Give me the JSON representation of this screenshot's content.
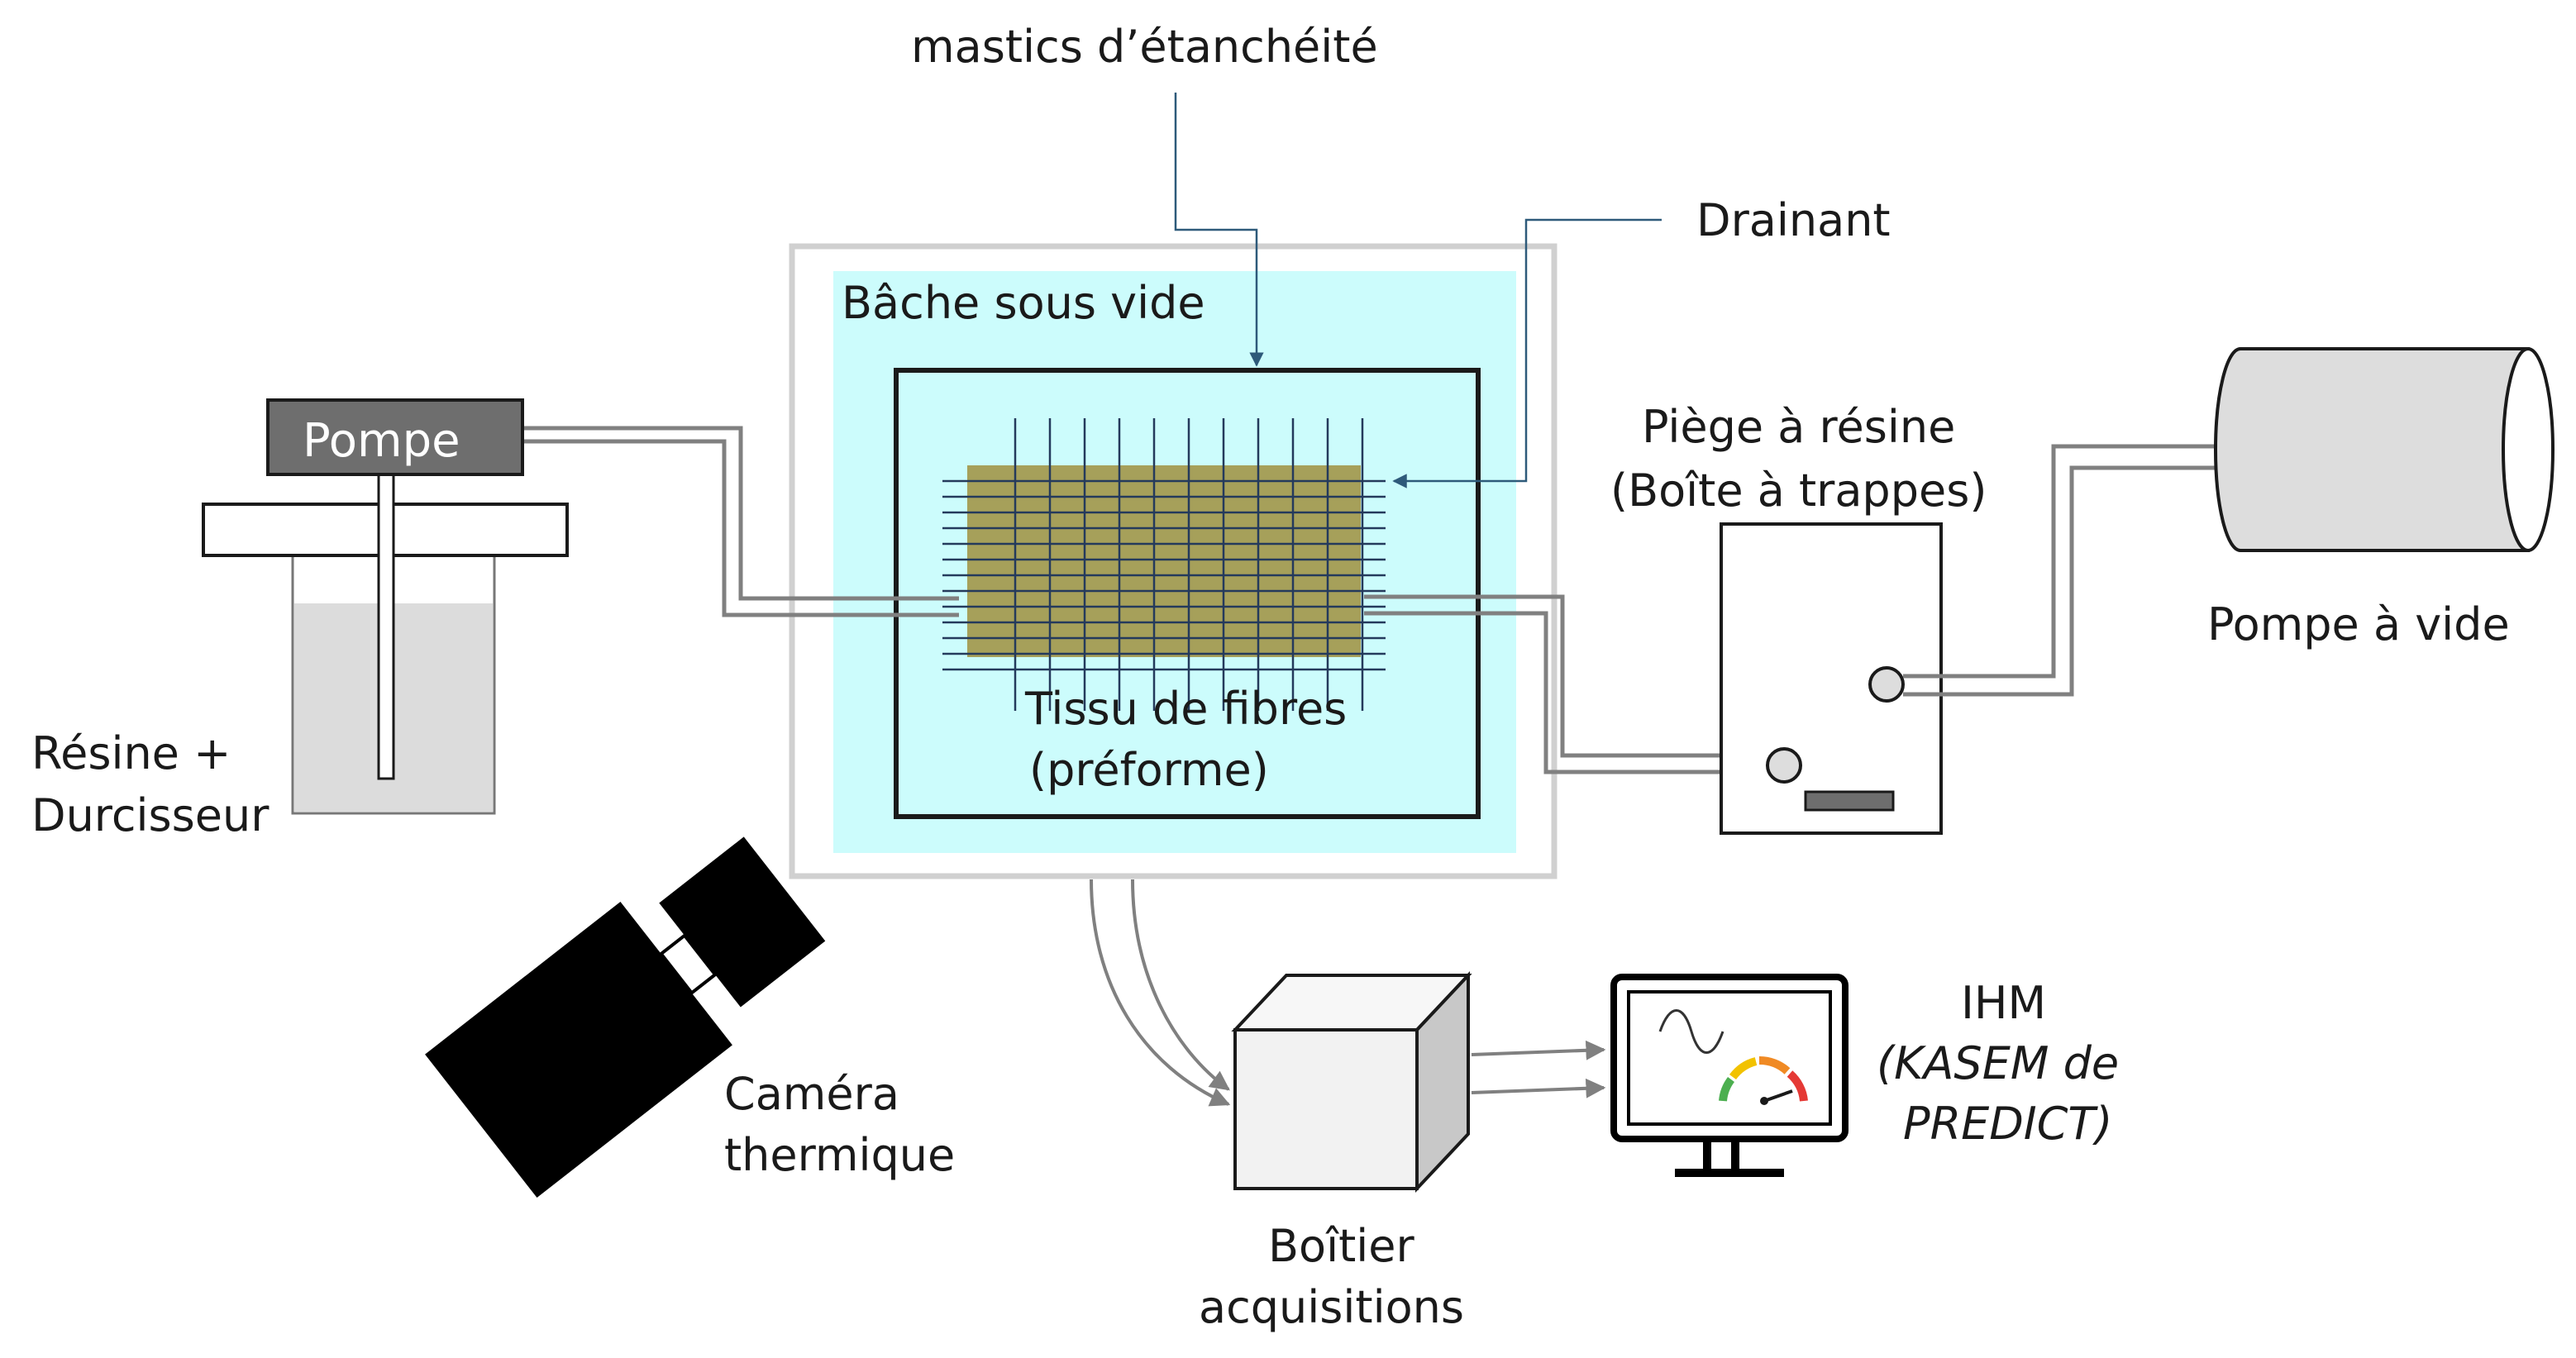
{
  "labels": {
    "sealant": "mastics d’étanchéité",
    "drainant": "Drainant",
    "vacuum_bag": "Bâche sous vide",
    "pump": "Pompe",
    "resin_line1": "Résine +",
    "resin_line2": "Durcisseur",
    "fabric_line1": "Tissu de fibres",
    "fabric_line2": "(préforme)",
    "trap_line1": "Piège à résine",
    "trap_line2": "(Boîte à trappes)",
    "vacuum_pump": "Pompe à vide",
    "camera_line1": "Caméra",
    "camera_line2": "thermique",
    "box_line1": "Boîtier",
    "box_line2": "acquisitions",
    "hmi_line1": "IHM",
    "hmi_line2": "(KASEM de",
    "hmi_line3": "PREDICT)"
  },
  "icons": {
    "camera": "thermal-camera-icon",
    "monitor": "monitor-icon",
    "gauge": "gauge-icon",
    "wave": "sine-wave-icon"
  },
  "colors": {
    "bag_fill": "#ccfcfc",
    "bag_outline": "#d0d0d0",
    "fabric": "#a6a05a",
    "mesh": "#243a5c",
    "pipe": "#808080",
    "arrow": "#2e5a7a",
    "pump_fill": "#6e6e6e",
    "resin_fill": "#dcdcdc",
    "vacuum_pump_fill": "#dddddd",
    "box_front": "#f2f2f2",
    "box_side": "#c8c8c8",
    "gauge_green": "#4caf50",
    "gauge_yellow": "#f2c200",
    "gauge_orange": "#f08a24",
    "gauge_red": "#e53935"
  }
}
